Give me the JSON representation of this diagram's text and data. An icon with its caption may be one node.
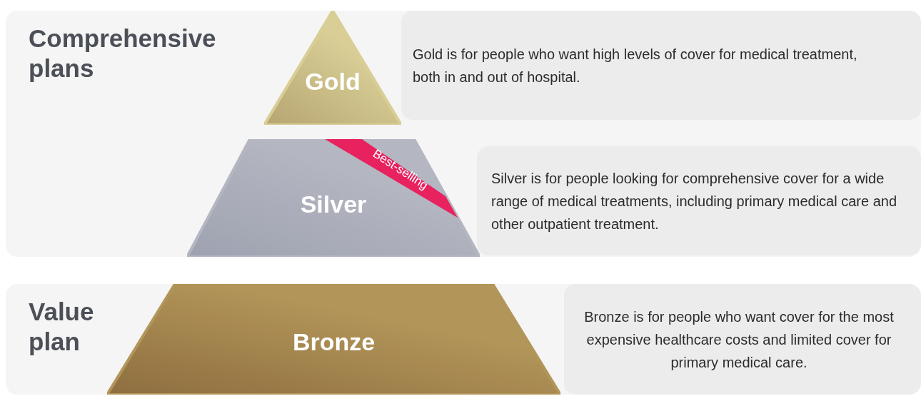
{
  "diagram": {
    "nodes": [
      {
        "text": [
          "Comprehensive plans"
        ]
      },
      {
        "text": [
          "Gold"
        ],
        "in": 0
      },
      {
        "text": [
          "Gold is for people who want high levels of cover for medical treatment, both in and out of hospital."
        ],
        "in": 0
      },
      {
        "text": [
          "Silver"
        ],
        "in": 0
      },
      {
        "text": [
          "Best-selling"
        ],
        "in": 3
      },
      {
        "text": [
          "Silver is for people looking for comprehensive cover for a wide range of medical treatments, including primary medical care and other outpatient treatment."
        ],
        "in": 0
      },
      {
        "text": [
          "Value plan"
        ]
      },
      {
        "text": [
          "Bronze"
        ],
        "in": 6
      },
      {
        "text": [
          "Bronze is for people who want cover for the most expensive healthcare costs and limited cover for primary medical care."
        ],
        "in": 6
      }
    ]
  }
}
